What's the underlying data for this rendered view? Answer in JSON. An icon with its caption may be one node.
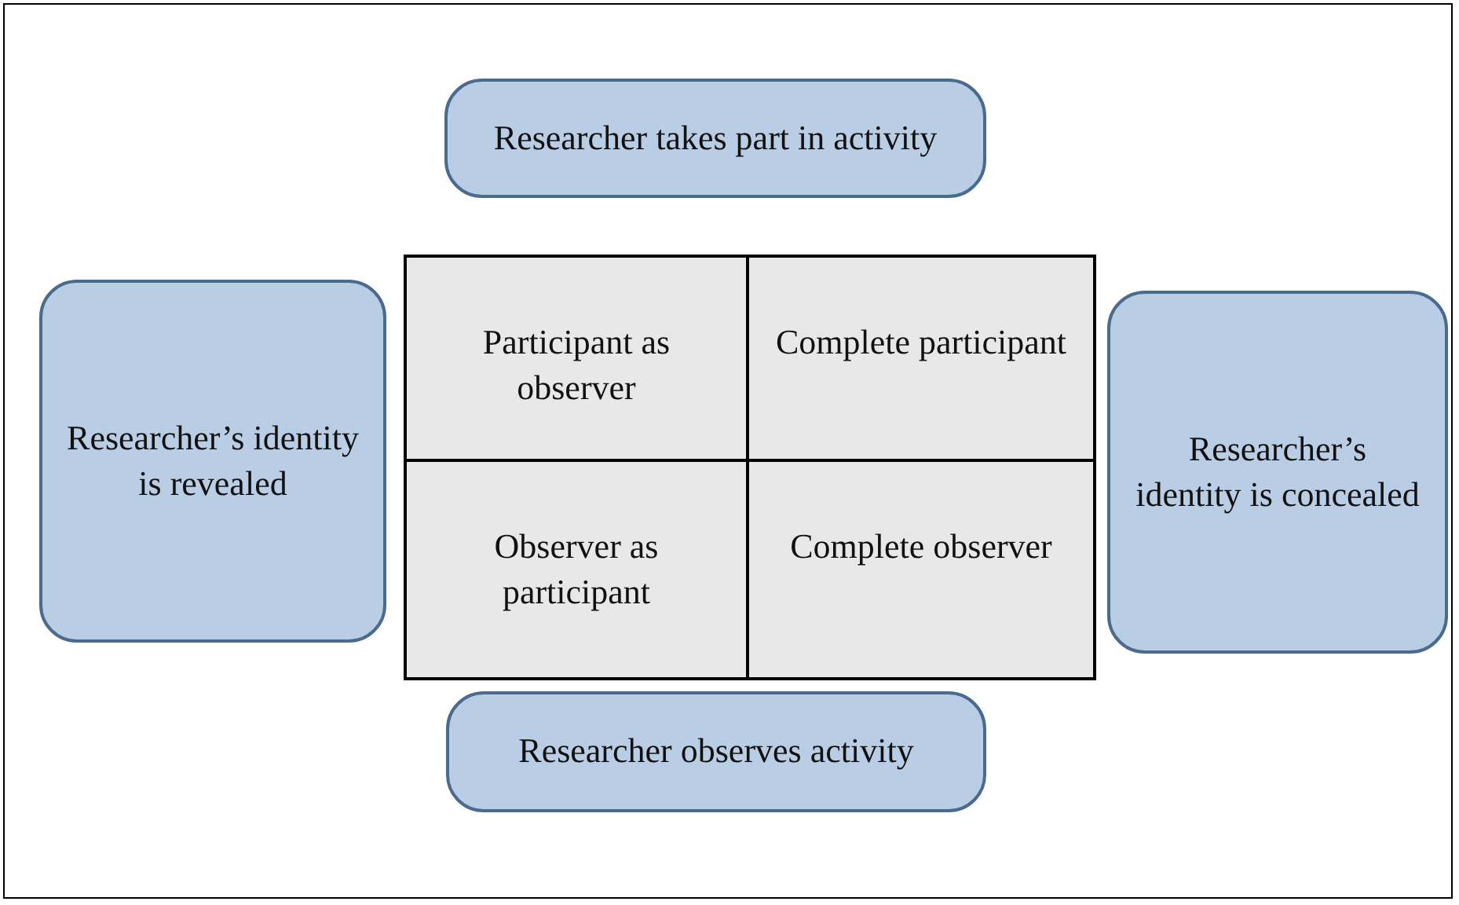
{
  "diagram": {
    "nodes": [
      {
        "text": [
          "Researcher takes part in activity"
        ]
      },
      {
        "text": [
          "Researcher’s identity is revealed"
        ]
      },
      {
        "text": [
          "Participant as observer"
        ]
      },
      {
        "text": [
          "Complete participant"
        ]
      },
      {
        "text": [
          "Researcher’s identity is concealed"
        ]
      },
      {
        "text": [
          "Observer as participant"
        ]
      },
      {
        "text": [
          "Complete observer"
        ]
      },
      {
        "text": [
          "Researcher observes activity"
        ]
      }
    ]
  }
}
